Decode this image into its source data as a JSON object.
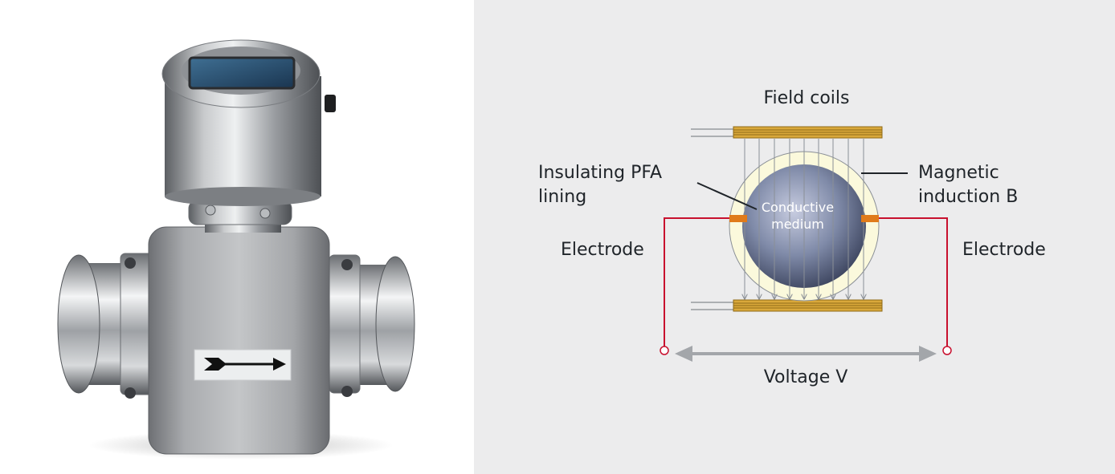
{
  "diagram": {
    "labels": {
      "field_coils": "Field coils",
      "insulating_line1": "Insulating PFA",
      "insulating_line2": "lining",
      "magnetic_line1": "Magnetic",
      "magnetic_line2": "induction B",
      "electrode_left": "Electrode",
      "electrode_right": "Electrode",
      "conductive_line1": "Conductive",
      "conductive_line2": "medium",
      "voltage": "Voltage V"
    },
    "colors": {
      "background": "#ececed",
      "coil": "#d9a83a",
      "electrode_wire": "#c8102e",
      "electrode_contact": "#e07b1a",
      "lining": "#fbf9dc",
      "medium": "#7f8aa8",
      "field_lines": "#8a8f96",
      "voltage_arrow": "#a3a6aa",
      "text": "#1f2429"
    }
  },
  "photo": {
    "subject": "electromagnetic flowmeter",
    "icons": [
      "flow-direction-arrow-icon"
    ]
  }
}
